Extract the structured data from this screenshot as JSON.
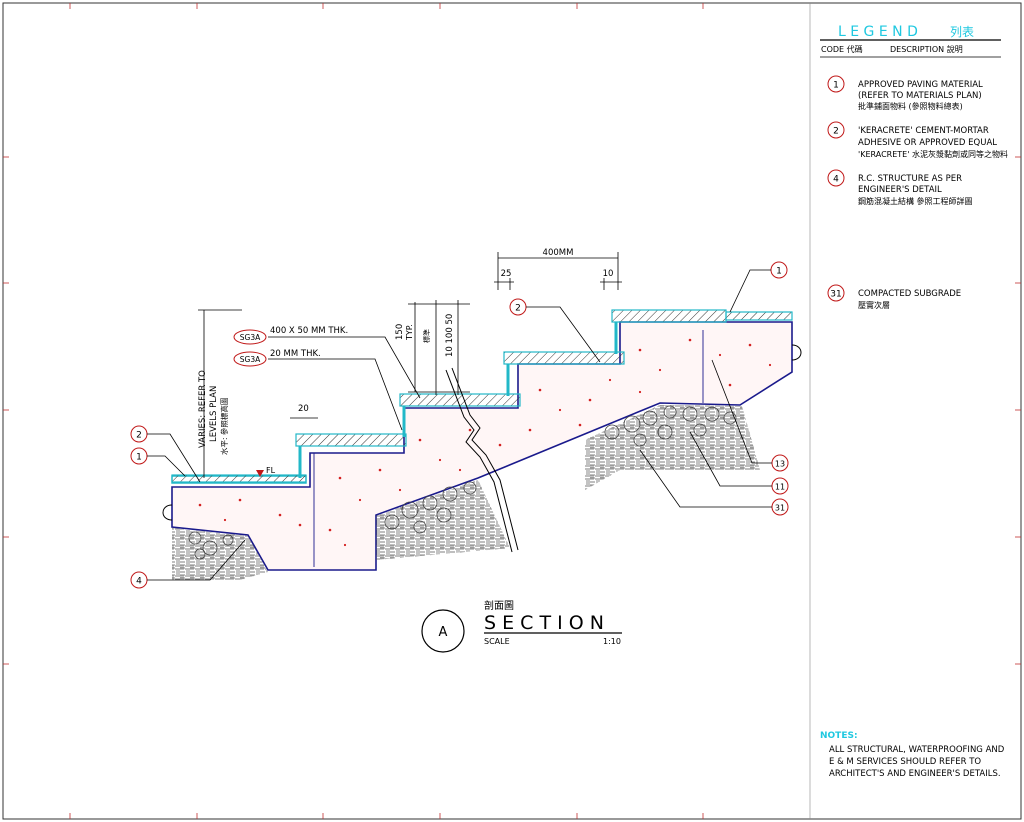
{
  "legend": {
    "title": "L E G E N D",
    "title_cn": "列表",
    "col_code": "CODE 代碼",
    "col_desc": "DESCRIPTION 說明",
    "items": [
      {
        "code": "1",
        "lines": [
          "APPROVED PAVING MATERIAL",
          "(REFER TO MATERIALS PLAN)",
          "批準鋪面物料 (參照物料總表)"
        ]
      },
      {
        "code": "2",
        "lines": [
          "'KERACRETE' CEMENT-MORTAR",
          "ADHESIVE OR APPROVED EQUAL",
          "'KERACRETE' 水泥灰漿黏劑或同等之物料"
        ]
      },
      {
        "code": "4",
        "lines": [
          "R.C. STRUCTURE AS PER",
          "ENGINEER'S DETAIL",
          "鋼筋混凝土結構 參照工程師詳圖"
        ]
      },
      {
        "code": "31",
        "lines": [
          "COMPACTED SUBGRADE",
          "壓實次層"
        ]
      }
    ]
  },
  "notes": {
    "title": "NOTES:",
    "lines": [
      "ALL STRUCTURAL, WATERPROOFING AND",
      "E & M SERVICES SHOULD REFER TO",
      "ARCHITECT'S AND ENGINEER'S DETAILS."
    ]
  },
  "section": {
    "marker": "A",
    "title_cn": "剖面圖",
    "title": "S E C T I O N",
    "scale_label": "SCALE",
    "scale_value": "1:10"
  },
  "annotations": {
    "dim_400": "400MM",
    "dim_25": "25",
    "dim_10": "10",
    "dim_20": "20",
    "riser_150": "150",
    "riser_typ": "TYP.",
    "riser_cn": "標準",
    "riser_stack": "10 100 50",
    "varies_1": "VARIES: REFER TO",
    "varies_2": "LEVELS PLAN",
    "varies_3": "水平: 參照標高圖",
    "fl": "FL",
    "tag_sg3a": "SG3A",
    "spec_1": "400 X 50 MM THK.",
    "spec_2": "20 MM THK."
  },
  "callouts": [
    "1",
    "2",
    "1",
    "2",
    "4",
    "13",
    "11",
    "31"
  ],
  "colors": {
    "line": "#000000",
    "structure": "#1a1a8c",
    "paving": "#22b8c8",
    "aggregate": "#d42020",
    "legend_title": "#1fc8e0",
    "callout": "#c01818"
  }
}
